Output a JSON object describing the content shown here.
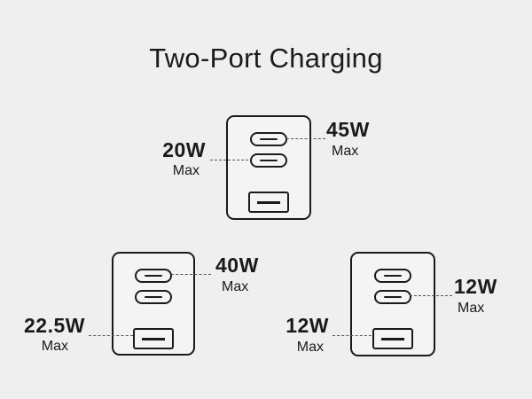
{
  "title": "Two-Port Charging",
  "chargers": [
    {
      "configuration": "top",
      "labels": [
        {
          "port": "usb-c-1",
          "value": "45W",
          "suffix": "Max"
        },
        {
          "port": "usb-c-2",
          "value": "20W",
          "suffix": "Max"
        }
      ]
    },
    {
      "configuration": "bottom-left",
      "labels": [
        {
          "port": "usb-c-1",
          "value": "40W",
          "suffix": "Max"
        },
        {
          "port": "usb-a",
          "value": "22.5W",
          "suffix": "Max"
        }
      ]
    },
    {
      "configuration": "bottom-right",
      "labels": [
        {
          "port": "usb-c-2",
          "value": "12W",
          "suffix": "Max"
        },
        {
          "port": "usb-a",
          "value": "12W",
          "suffix": "Max"
        }
      ]
    }
  ],
  "icons": [
    "charger-icon",
    "usb-c-port-icon",
    "usb-a-port-icon"
  ]
}
